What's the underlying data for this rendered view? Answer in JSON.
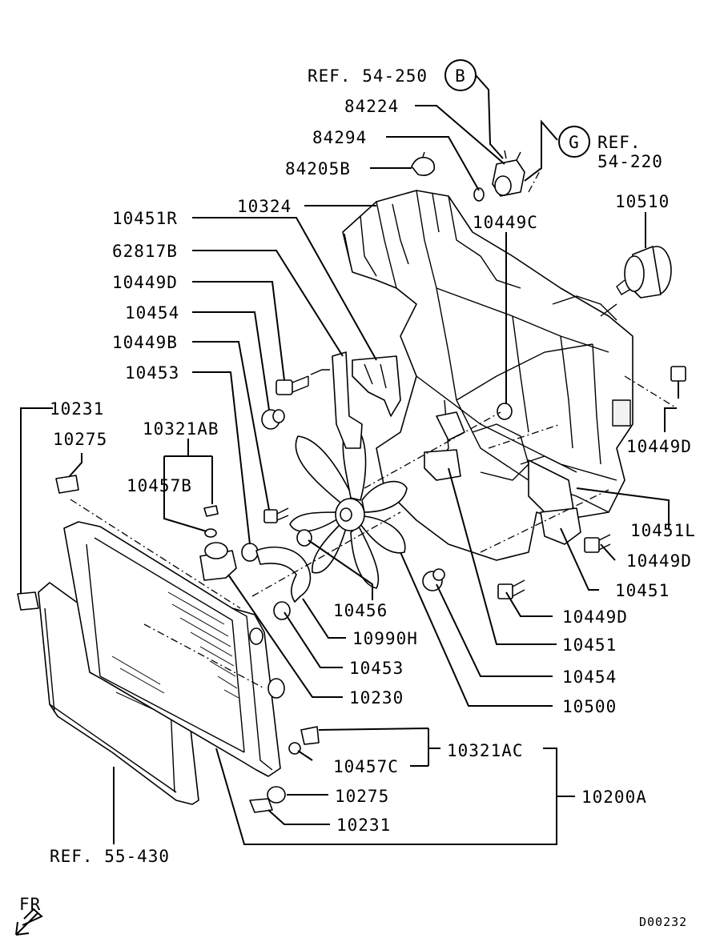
{
  "diagram_id": "D00232",
  "front_marker": "FR",
  "callouts": {
    "b": "B",
    "g": "G"
  },
  "references": {
    "ref_54_250": "REF. 54-250",
    "ref_54_220_line1": "REF.",
    "ref_54_220_line2": "54-220",
    "ref_55_430": "REF. 55-430"
  },
  "parts": [
    "84224",
    "84294",
    "84205B",
    "10324",
    "10451R",
    "62817B",
    "10449D",
    "10454",
    "10449B",
    "10453",
    "10231",
    "10275",
    "10321AB",
    "10457B",
    "10449C",
    "10510",
    "10449D",
    "10451L",
    "10449D",
    "10451",
    "10449D",
    "10451",
    "10454",
    "10500",
    "10456",
    "10990H",
    "10453",
    "10230",
    "10321AC",
    "10457C",
    "10275",
    "10200A",
    "10231"
  ]
}
